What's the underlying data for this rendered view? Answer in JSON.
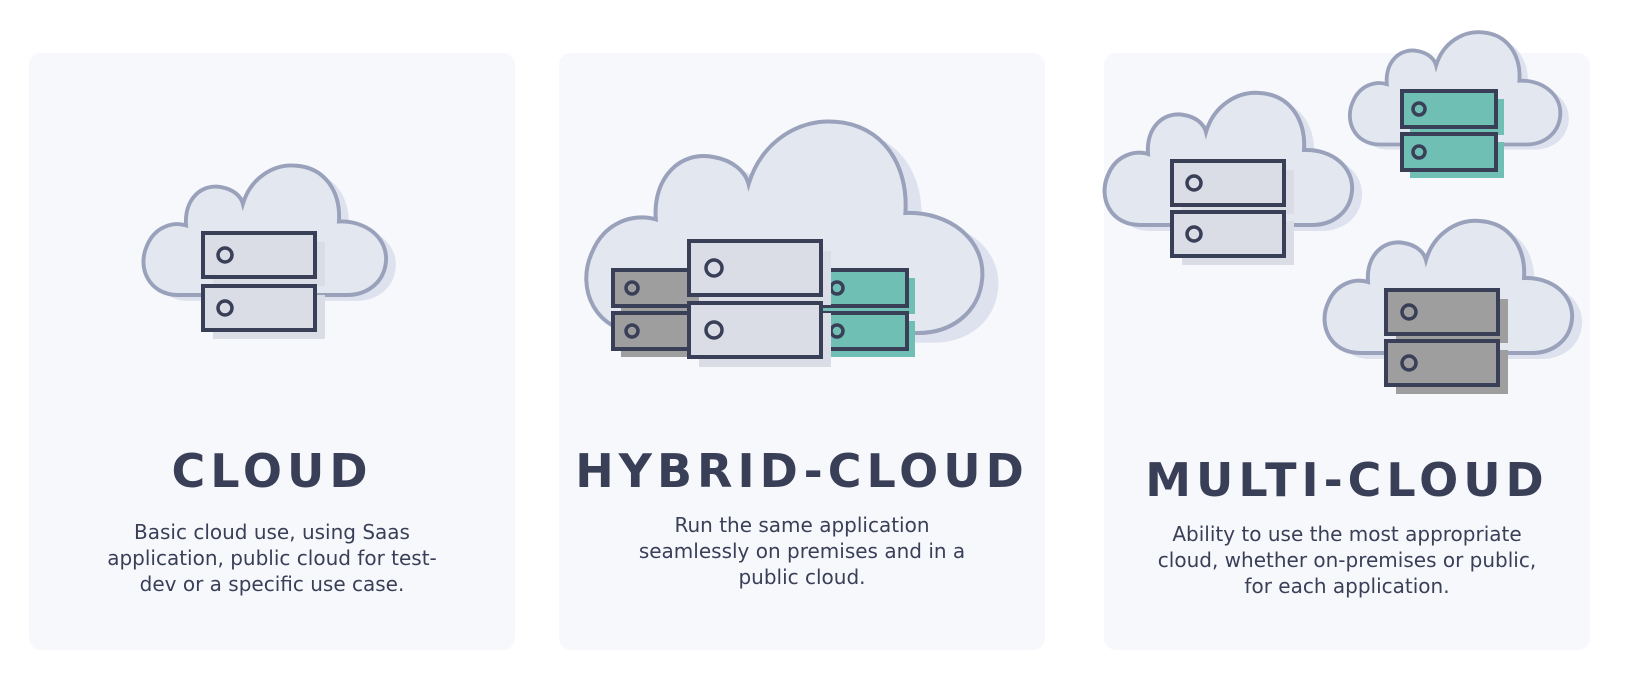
{
  "colors": {
    "card_bg": "#f7f8fc",
    "cloud_fill": "#e3e7f0",
    "cloud_stroke": "#9aa1bb",
    "server_outline": "#3a3f58",
    "server_light": "#dadde6",
    "server_gray": "#9e9e9e",
    "server_teal": "#6fbfb5"
  },
  "cards": [
    {
      "id": "cloud",
      "title": "CLOUD",
      "description": "Basic cloud use, using Saas application, public cloud for test-dev or a specific use case.",
      "icons": [
        "cloud-icon",
        "server-icon"
      ]
    },
    {
      "id": "hybrid",
      "title": "HYBRID-CLOUD",
      "description": "Run the same application seamlessly on premises and in a public cloud.",
      "icons": [
        "cloud-icon",
        "private-server-icon",
        "server-icon",
        "public-server-icon"
      ]
    },
    {
      "id": "multi",
      "title": "MULTI-CLOUD",
      "description": "Ability to use the most appropriate cloud, whether on-premises or public, for each application.",
      "icons": [
        "cloud-icon",
        "server-icon",
        "cloud-icon",
        "public-server-icon",
        "cloud-icon",
        "private-server-icon"
      ]
    }
  ]
}
